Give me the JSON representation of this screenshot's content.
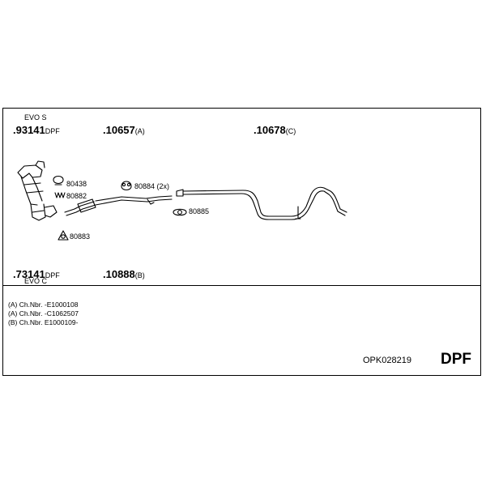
{
  "parts": {
    "p93141": {
      "note": "EVO S",
      "number": ".93141",
      "suffix": "DPF"
    },
    "p10657": {
      "number": ".10657",
      "suffix": "(A)"
    },
    "p10678": {
      "number": ".10678",
      "suffix": "(C)"
    },
    "p73141": {
      "number": ".73141",
      "suffix": "DPF",
      "note": "EVO C"
    },
    "p10888": {
      "number": ".10888",
      "suffix": "(B)"
    }
  },
  "callouts": {
    "c80438": "80438",
    "c80882": "80882",
    "c80883": "80883",
    "c80884": "80884 (2x)",
    "c80885": "80885"
  },
  "notes": [
    "(A) Ch.Nbr. -E1000108",
    "(A) Ch.Nbr. -C1062507",
    "(B) Ch.Nbr. E1000109-"
  ],
  "footer": {
    "code": "OPK028219",
    "label": "DPF"
  }
}
